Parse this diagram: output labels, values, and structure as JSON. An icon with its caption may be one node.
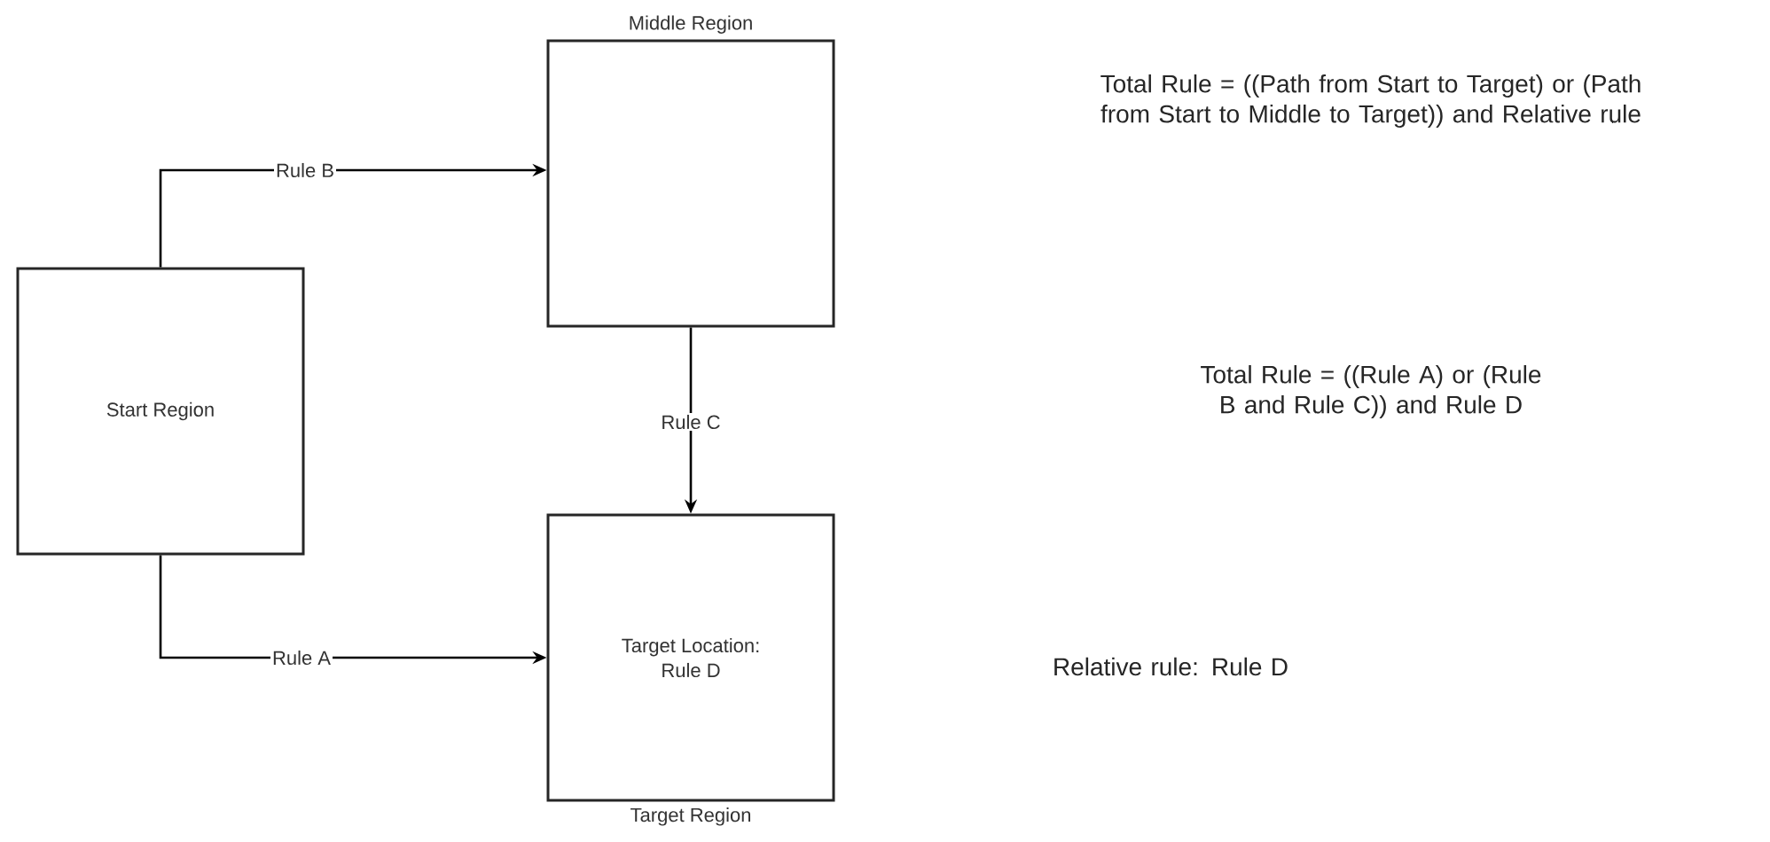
{
  "diagram": {
    "nodes": [
      {
        "text": [
          "Start Region"
        ]
      },
      {
        "text": [
          "Middle Region"
        ]
      },
      {
        "text": [
          "Target Location: Rule D",
          "Target Region"
        ]
      }
    ],
    "edges": [
      {
        "from": 0,
        "to": 1,
        "arrow": "to",
        "label": "Rule B"
      },
      {
        "from": 1,
        "to": 2,
        "arrow": "to",
        "label": "Rule C"
      },
      {
        "from": 0,
        "to": 2,
        "arrow": "to",
        "label": "Rule A"
      }
    ],
    "labels": [
      "Total Rule = ((Path from Start to Target) or (Path from Start to Middle to Target)) and Relative rule",
      "Total Rule = ((Rule A) or (Rule B and Rule C)) and Rule D",
      "Relative rule: Rule D"
    ]
  }
}
